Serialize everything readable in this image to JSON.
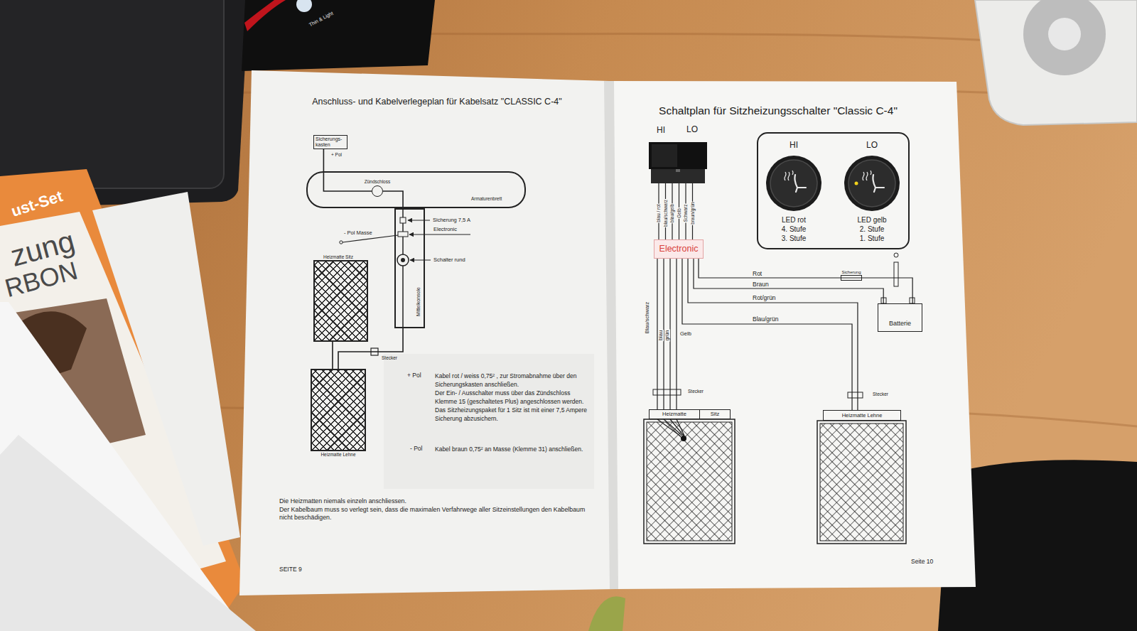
{
  "diagram": {
    "title": "Anschluss- und Kabelverlegeplan für Kabelsatz \"CLASSIC C-4\"",
    "nodes": [
      {
        "text": [
          "Sicherungs- kasten"
        ]
      },
      {
        "text": [
          "Armaturenbrett"
        ]
      },
      {
        "text": [
          "Zündschloss"
        ],
        "in": 1
      },
      {
        "text": [
          "Mittelkonsole"
        ]
      },
      {
        "text": [
          "Heizmatte Sitz"
        ]
      },
      {
        "text": [
          "Heizmatte Lehne"
        ]
      },
      {
        "text": [
          "Electronic"
        ]
      },
      {
        "text": [
          "HI",
          "LED rot 4. Stufe 3. Stufe"
        ]
      },
      {
        "text": [
          "LO",
          "LED gelb 2. Stufe 1. Stufe"
        ]
      },
      {
        "text": [
          "Sicherung"
        ]
      },
      {
        "text": [
          "Batterie"
        ]
      },
      {
        "text": [
          "Heizmatte",
          "Sitz"
        ]
      },
      {
        "text": [
          "Heizmatte Lehne"
        ]
      }
    ],
    "edges": [
      {
        "from": 0,
        "to": 2,
        "arrow": "none"
      },
      {
        "from": 2,
        "to": 3,
        "arrow": "none"
      },
      {
        "from": 3,
        "to": 5,
        "arrow": "none"
      },
      {
        "from": 4,
        "to": 5,
        "arrow": "none"
      },
      {
        "from": 6,
        "to": 9,
        "label": "Rot",
        "arrow": "none"
      },
      {
        "from": 9,
        "to": 10,
        "arrow": "none"
      },
      {
        "from": 6,
        "to": 10,
        "label": "Braun",
        "arrow": "none"
      },
      {
        "from": 6,
        "to": 12,
        "label": "Rot/grün",
        "arrow": "none"
      },
      {
        "from": 6,
        "to": 12,
        "label": "Blau/grün",
        "arrow": "none"
      },
      {
        "from": 6,
        "to": 11,
        "label": "Blau/schwarz",
        "arrow": "none"
      },
      {
        "from": 6,
        "to": 11,
        "label": "blau",
        "arrow": "none"
      },
      {
        "from": 6,
        "to": 11,
        "label": "grün",
        "arrow": "none"
      },
      {
        "from": 6,
        "to": 11,
        "label": "Gelb",
        "arrow": "none"
      }
    ],
    "labels": [
      "+ Pol",
      "Sicherung 7,5 A",
      "Electronic",
      "- Pol Masse",
      "Schalter rund",
      "Stecker",
      "+ Pol",
      "Kabel rot / weiss 0,75² , zur Stromabnahme über den Sicherungskasten anschließen.",
      "Der Ein- / Ausschalter muss über das Zündschloss Klemme 15 (geschaltetes Plus) angeschlossen werden.",
      "Das Sitzheizungspaket für 1 Sitz ist mit einer 7,5 Ampere Sicherung abzusichern.",
      "- Pol",
      "Kabel braun 0,75² an Masse (Klemme 31) anschließen.",
      "Die Heizmatten niemals einzeln anschliessen.",
      "Der Kabelbaum muss so verlegt sein, dass die maximalen Verfahrwege aller Sitzeinstellungen den Kabelbaum nicht beschädigen.",
      "SEITE 9",
      "Schaltplan für Sitzheizungsschalter \"Classic C-4\"",
      "HI",
      "LO",
      "blau / rot",
      "blau/schwarz",
      "blau/gelb",
      "Gelb",
      "Schwarz",
      "braun/grün",
      "-",
      "+",
      "Stecker",
      "Stecker",
      "Seite 10",
      "Thin & Light",
      "ust-Set",
      "zung",
      "RBON"
    ]
  }
}
